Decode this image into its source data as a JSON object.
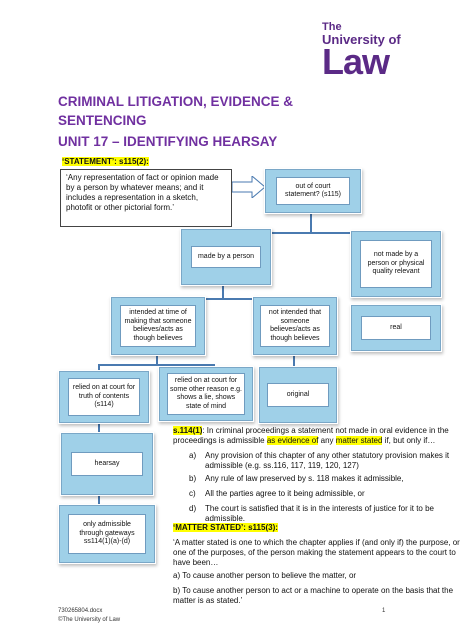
{
  "logo": {
    "line1": "The",
    "line2": "University of",
    "line3": "Law"
  },
  "title": {
    "line1": "CRIMINAL LITIGATION, EVIDENCE &",
    "line2": "SENTENCING",
    "line3": "UNIT 17 – IDENTIFYING HEARSAY"
  },
  "statement": {
    "label": "‘STATEMENT’: s115(2):",
    "quote": "‘Any representation of fact or opinion made by a person by whatever means; and it includes a representation in a sketch, photofit or other pictorial form.’"
  },
  "flow": {
    "out_of_court": "out of court statement? (s115)",
    "made_by_person": "made by a person",
    "not_made_by_person": "not made by a person or physical quality relevant",
    "intended": "intended at time of making that someone believes/acts as though believes",
    "not_intended": "not intended that someone believes/acts as though believes",
    "real": "real",
    "relied_truth": "relied on at court for truth of contents (s114)",
    "relied_other": "relied on at court for some other reason e.g. shows a lie, shows state of mind",
    "original": "original",
    "hearsay": "hearsay",
    "gateways": "only admissible through gateways ss114(1)(a)-(d)"
  },
  "s114": {
    "ref": "s.114(1)",
    "text_a": ": In criminal proceedings a statement not made in oral evidence in the proceedings is admissible ",
    "hl1": "as evidence of",
    "text_b": " any ",
    "hl2": "matter stated",
    "text_c": " if, but only if…",
    "items": [
      {
        "letter": "a)",
        "text": "Any provision of this chapter of any other statutory provision makes it admissible (e.g. ss.116, 117, 119, 120, 127)"
      },
      {
        "letter": "b)",
        "text": "Any rule of law preserved by s. 118 makes it admissible,"
      },
      {
        "letter": "c)",
        "text": "All the parties agree to it being admissible, or"
      },
      {
        "letter": "d)",
        "text": "The court is satisfied that it is in the interests of justice for it to be admissible."
      }
    ]
  },
  "matter": {
    "label": "‘MATTER STATED’: s115(3):",
    "p1": "‘A matter stated is one to which the chapter applies if (and only if) the purpose, or one of the purposes, of the person making the statement appears to the court to have been…",
    "p2": "a) To cause another person to believe the matter, or",
    "p3": "b) To cause another person to act or a machine to operate on the basis that the matter is as stated.’"
  },
  "footer": {
    "doc": "730265804.docx",
    "copy": "©The University of Law",
    "page": "1"
  }
}
